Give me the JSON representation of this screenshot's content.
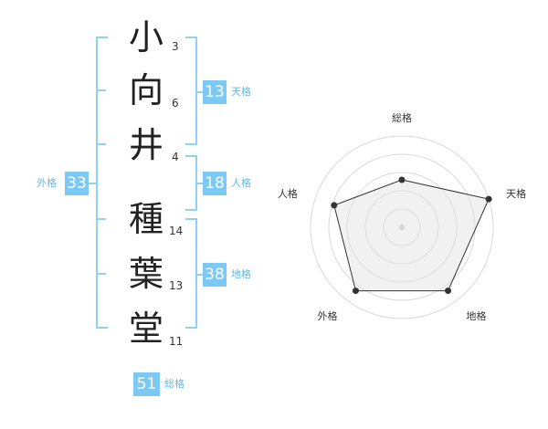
{
  "name": {
    "characters": [
      {
        "char": "小",
        "strokes": "3"
      },
      {
        "char": "向",
        "strokes": "6"
      },
      {
        "char": "井",
        "strokes": "4"
      },
      {
        "char": "種",
        "strokes": "14"
      },
      {
        "char": "葉",
        "strokes": "13"
      },
      {
        "char": "堂",
        "strokes": "11"
      }
    ]
  },
  "fortune": {
    "tenkaku": {
      "value": "13",
      "label": "天格"
    },
    "jinkaku": {
      "value": "18",
      "label": "人格"
    },
    "chikaku": {
      "value": "38",
      "label": "地格"
    },
    "gaikaku": {
      "value": "33",
      "label": "外格"
    },
    "soukaku": {
      "value": "51",
      "label": "総格"
    }
  },
  "colors": {
    "accent": "#7ccaf4",
    "accent_text": "#62b8e8",
    "bracket": "#8fd0f4"
  },
  "chart_data": {
    "type": "radar",
    "axes": [
      "総格",
      "天格",
      "地格",
      "外格",
      "人格"
    ],
    "values": [
      2.6,
      5.0,
      4.3,
      4.3,
      3.9
    ],
    "range": [
      0,
      5
    ]
  }
}
